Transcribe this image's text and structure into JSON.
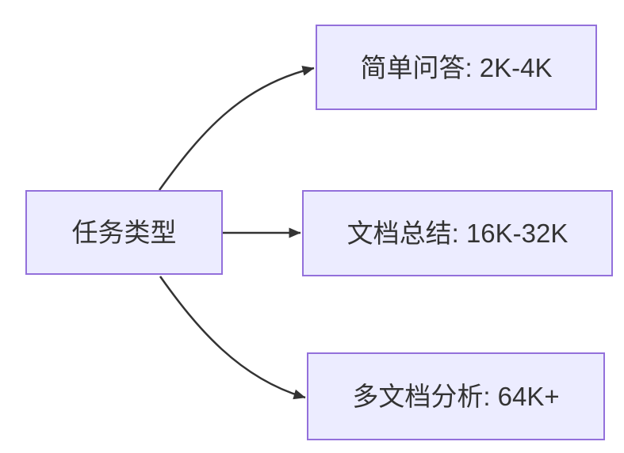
{
  "diagram": {
    "type": "flowchart",
    "background_color": "#ffffff",
    "node_fill_color": "#ECECFF",
    "node_border_color": "#9370DB",
    "node_text_color": "#333333",
    "edge_color": "#333333",
    "root": {
      "label": "任务类型"
    },
    "branches": [
      {
        "label": "简单问答: 2K-4K"
      },
      {
        "label": "文档总结: 16K-32K"
      },
      {
        "label": "多文档分析: 64K+"
      }
    ]
  }
}
